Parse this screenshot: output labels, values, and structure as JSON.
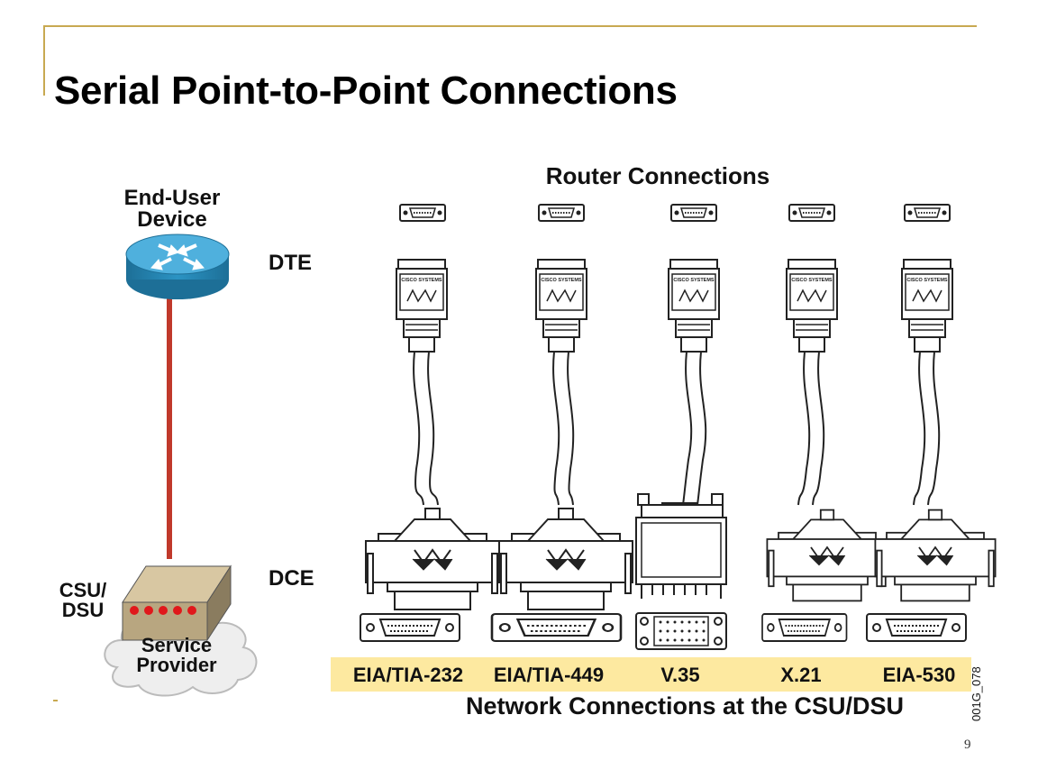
{
  "slide": {
    "title": "Serial Point-to-Point Connections",
    "page_number": "9",
    "accent_color": "#c8a951"
  },
  "diagram": {
    "end_user_label": "End-User\nDevice",
    "dte_label": "DTE",
    "dce_label": "DCE",
    "csu_label": "CSU/\nDSU",
    "service_provider_label": "Service\nProvider",
    "router_connections_title": "Router Connections",
    "network_connections_title": "Network Connections at the CSU/DSU",
    "figure_id": "001G_078",
    "link_color": "#c0392b",
    "band_color": "#fde9a0",
    "cable_brand": "Cisco Systems",
    "standards": [
      "EIA/TIA-232",
      "EIA/TIA-449",
      "V.35",
      "X.21",
      "EIA-530"
    ]
  }
}
